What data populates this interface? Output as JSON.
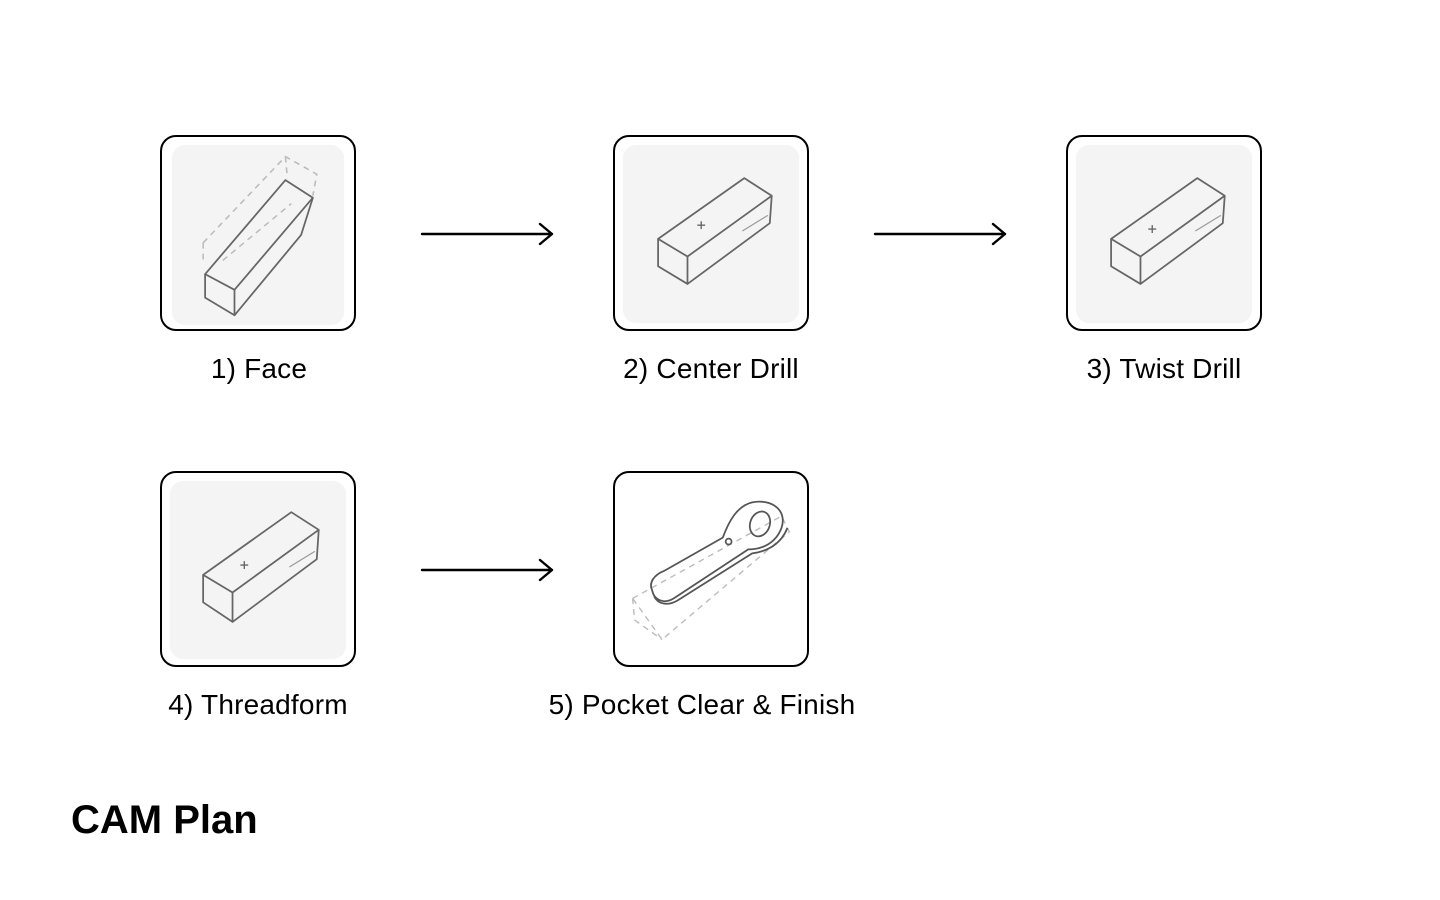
{
  "title": "CAM Plan",
  "steps": [
    {
      "label": "1) Face",
      "icon": "faced-block-sketch-icon"
    },
    {
      "label": "2) Center Drill",
      "icon": "center-drilled-block-sketch-icon"
    },
    {
      "label": "3) Twist Drill",
      "icon": "twist-drilled-block-sketch-icon"
    },
    {
      "label": "4) Threadform",
      "icon": "threadformed-block-sketch-icon"
    },
    {
      "label": "5) Pocket Clear & Finish",
      "icon": "wrench-part-sketch-icon"
    }
  ],
  "colors": {
    "border": "#000000",
    "sketch_line": "#555555",
    "sketch_background": "#f4f4f4"
  }
}
